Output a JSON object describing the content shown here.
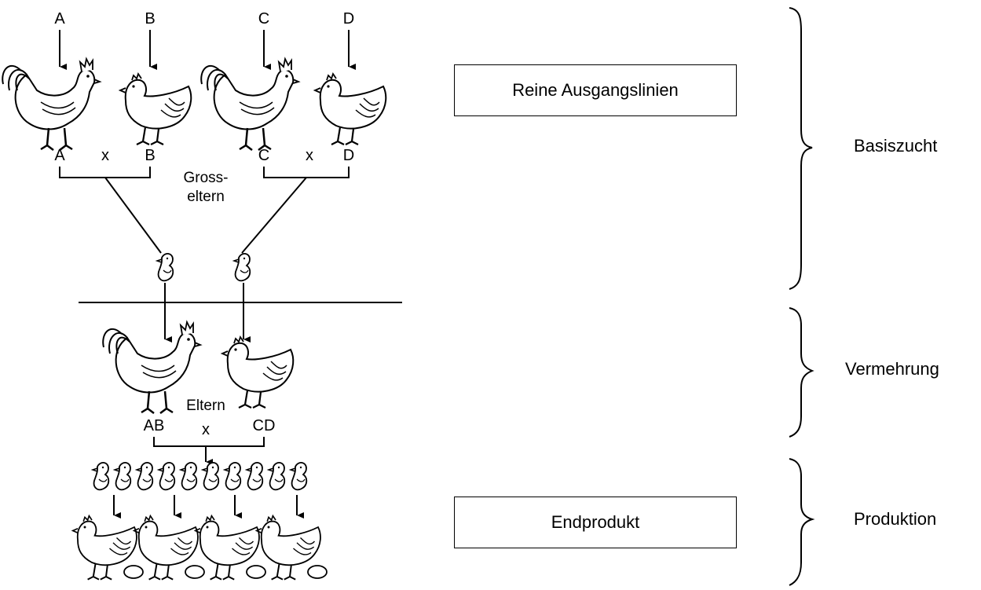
{
  "lines": {
    "top": [
      "A",
      "B",
      "C",
      "D"
    ],
    "pair1": [
      "A",
      "x",
      "B"
    ],
    "pair2": [
      "C",
      "x",
      "D"
    ],
    "parents": [
      "AB",
      "x",
      "CD"
    ]
  },
  "labels": {
    "grandparents_line1": "Gross-",
    "grandparents_line2": "eltern",
    "parents": "Eltern"
  },
  "boxes": {
    "pure_lines": "Reine Ausgangslinien",
    "end_product": "Endprodukt"
  },
  "stages": {
    "basic": "Basiszucht",
    "multiplication": "Vermehrung",
    "production": "Produktion"
  },
  "icons": [
    "rooster-icon",
    "hen-icon",
    "chick-icon",
    "egg-icon"
  ]
}
